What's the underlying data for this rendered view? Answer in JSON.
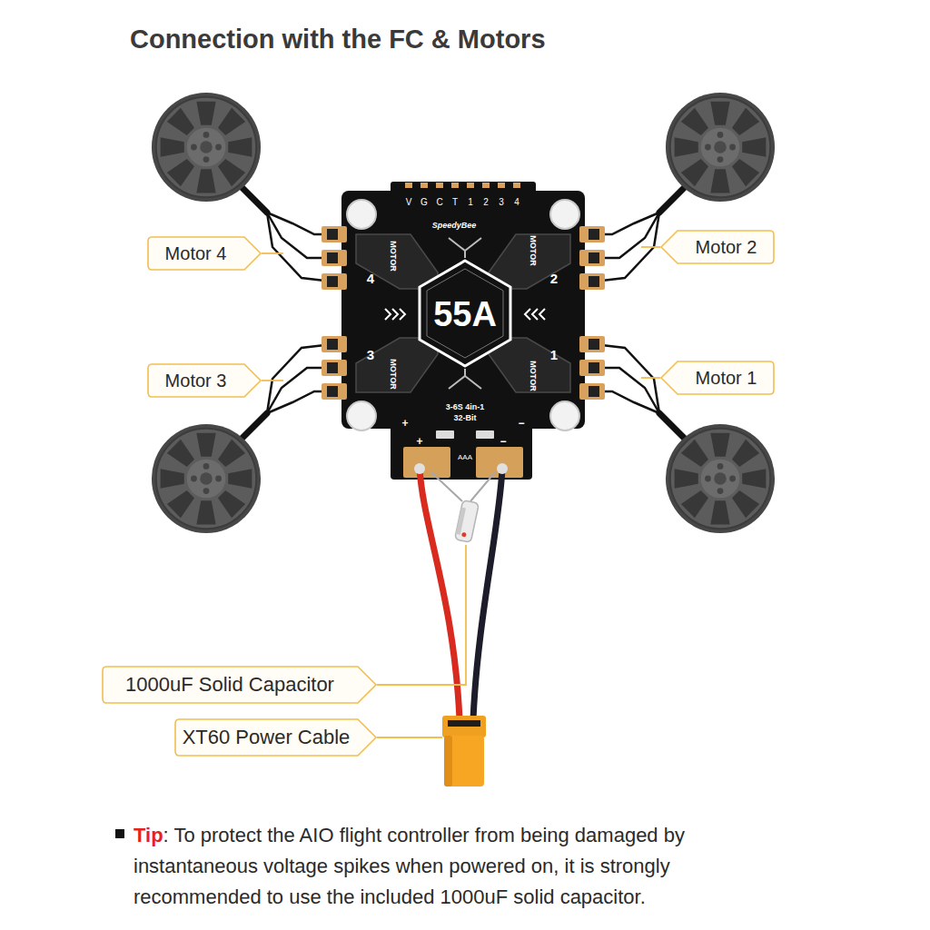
{
  "diagram": {
    "title": "Connection with the FC & Motors",
    "nodes": [
      {
        "text": [
          "Motor 4"
        ]
      },
      {
        "text": [
          "Motor 2"
        ]
      },
      {
        "text": [
          "Motor 3"
        ]
      },
      {
        "text": [
          "Motor 1"
        ]
      },
      {
        "text": [
          "1000uF Solid Capacitor"
        ]
      },
      {
        "text": [
          "XT60 Power Cable"
        ]
      }
    ],
    "labels": [
      "V",
      "G",
      "C",
      "T",
      "1",
      "2",
      "3",
      "4",
      "SpeedyBee",
      "MOTOR",
      "4",
      "MOTOR",
      "2",
      "55A",
      "MOTOR",
      "3",
      "MOTOR",
      "1",
      "+",
      "3-6S 4in-1",
      "32-Bit",
      "−",
      "+",
      "AAA",
      "−",
      "Tip",
      ": To protect the AIO flight controller from being damaged by instantaneous voltage spikes when powered on, it is strongly recommended to use the included 1000uF solid capacitor."
    ]
  }
}
